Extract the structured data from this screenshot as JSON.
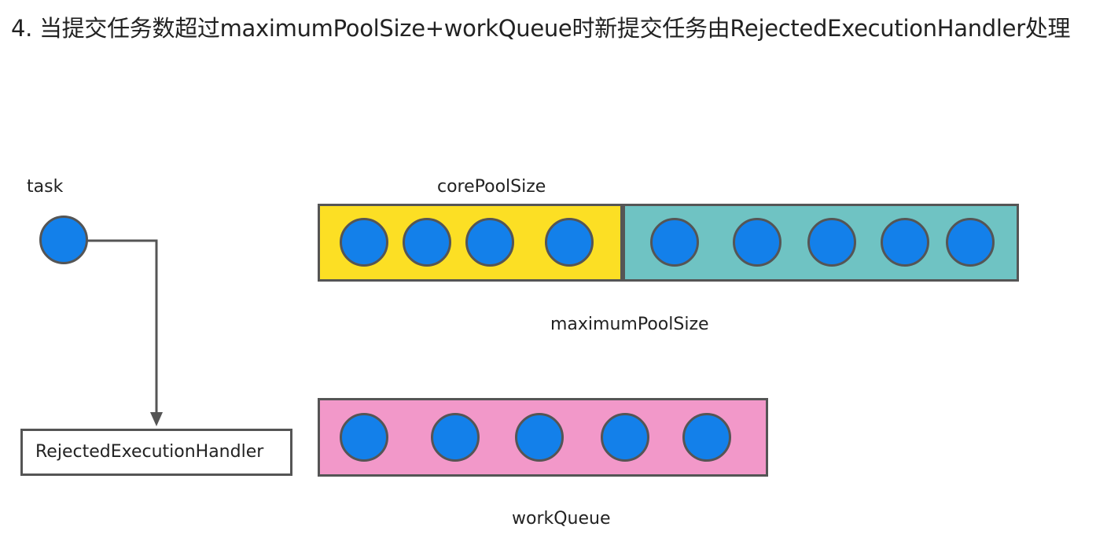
{
  "heading": "4. 当提交任务数超过maximumPoolSize+workQueue时新提交任务由RejectedExecutionHandler处理",
  "labels": {
    "task": "task",
    "core_pool": "corePoolSize",
    "maximum_pool": "maximumPoolSize",
    "work_queue": "workQueue",
    "handler": "RejectedExecutionHandler"
  },
  "pool": {
    "core_threads": 4,
    "extra_threads": 5,
    "queued_tasks": 5
  },
  "colors": {
    "core_fill": "#FCDF24",
    "extra_fill": "#6FC3C3",
    "queue_fill": "#F298C9",
    "thread_fill": "#1380EA",
    "border": "#555555"
  }
}
